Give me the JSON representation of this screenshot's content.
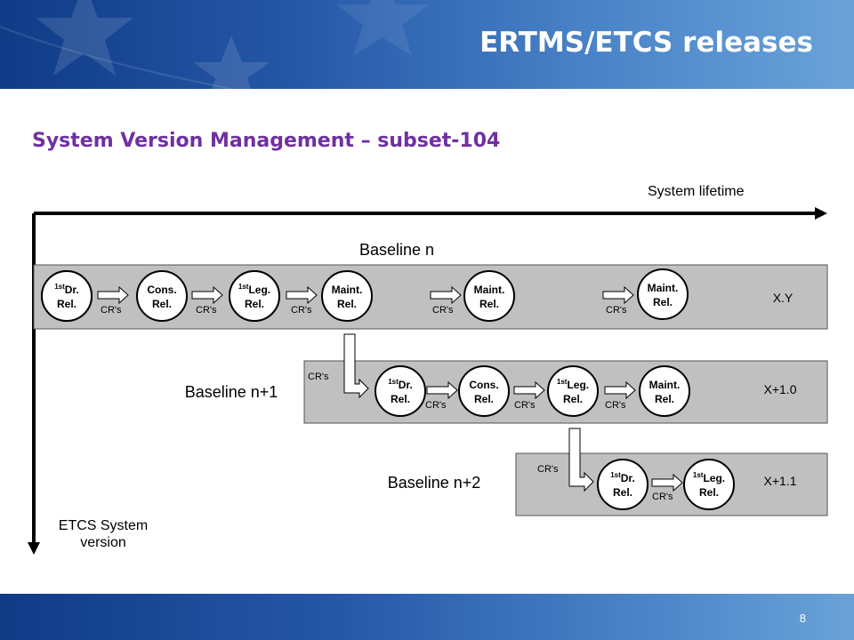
{
  "header": {
    "title": "ERTMS/ETCS releases"
  },
  "subtitle": "System Version Management – subset-104",
  "diagram": {
    "system_lifetime": "System lifetime",
    "version_axis": [
      "ETCS System",
      "version"
    ],
    "crs": "CR's",
    "baseline_n": {
      "label": "Baseline n",
      "version": "X.Y",
      "releases": [
        {
          "sup": "1st",
          "l1": "Dr.",
          "l2": "Rel."
        },
        {
          "l1": "Cons.",
          "l2": "Rel."
        },
        {
          "sup": "1st",
          "l1": "Leg.",
          "l2": "Rel."
        },
        {
          "l1": "Maint.",
          "l2": "Rel."
        },
        {
          "l1": "Maint.",
          "l2": "Rel."
        },
        {
          "l1": "Maint.",
          "l2": "Rel."
        }
      ]
    },
    "baseline_n1": {
      "label": "Baseline n+1",
      "version": "X+1.0",
      "releases": [
        {
          "sup": "1st",
          "l1": "Dr.",
          "l2": "Rel."
        },
        {
          "l1": "Cons.",
          "l2": "Rel."
        },
        {
          "sup": "1st",
          "l1": "Leg.",
          "l2": "Rel."
        },
        {
          "l1": "Maint.",
          "l2": "Rel."
        }
      ]
    },
    "baseline_n2": {
      "label": "Baseline n+2",
      "version": "X+1.1",
      "releases": [
        {
          "sup": "1st",
          "l1": "Dr.",
          "l2": "Rel."
        },
        {
          "sup": "1st",
          "l1": "Leg.",
          "l2": "Rel."
        }
      ]
    }
  },
  "footer": {
    "page_number": "8"
  }
}
